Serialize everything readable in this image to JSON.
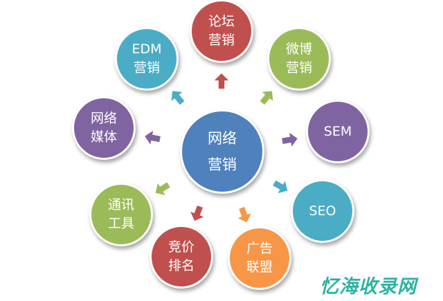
{
  "center": {
    "line1": "网络",
    "line2": "营销",
    "color": "#4f81bd"
  },
  "nodes": [
    {
      "line1": "论坛",
      "line2": "营销",
      "color": "#c0504d"
    },
    {
      "line1": "微博",
      "line2": "营销",
      "color": "#9bbb59"
    },
    {
      "line1": "SEM",
      "line2": "",
      "color": "#8064a2"
    },
    {
      "line1": "SEO",
      "line2": "",
      "color": "#4bacc6"
    },
    {
      "line1": "广告",
      "line2": "联盟",
      "color": "#f79646"
    },
    {
      "line1": "竞价",
      "line2": "排名",
      "color": "#c0504d"
    },
    {
      "line1": "通讯",
      "line2": "工具",
      "color": "#9bbb59"
    },
    {
      "line1": "网络",
      "line2": "媒体",
      "color": "#8064a2"
    },
    {
      "line1": "EDM",
      "line2": "营销",
      "color": "#4bacc6"
    }
  ],
  "watermark": "忆海收录网"
}
